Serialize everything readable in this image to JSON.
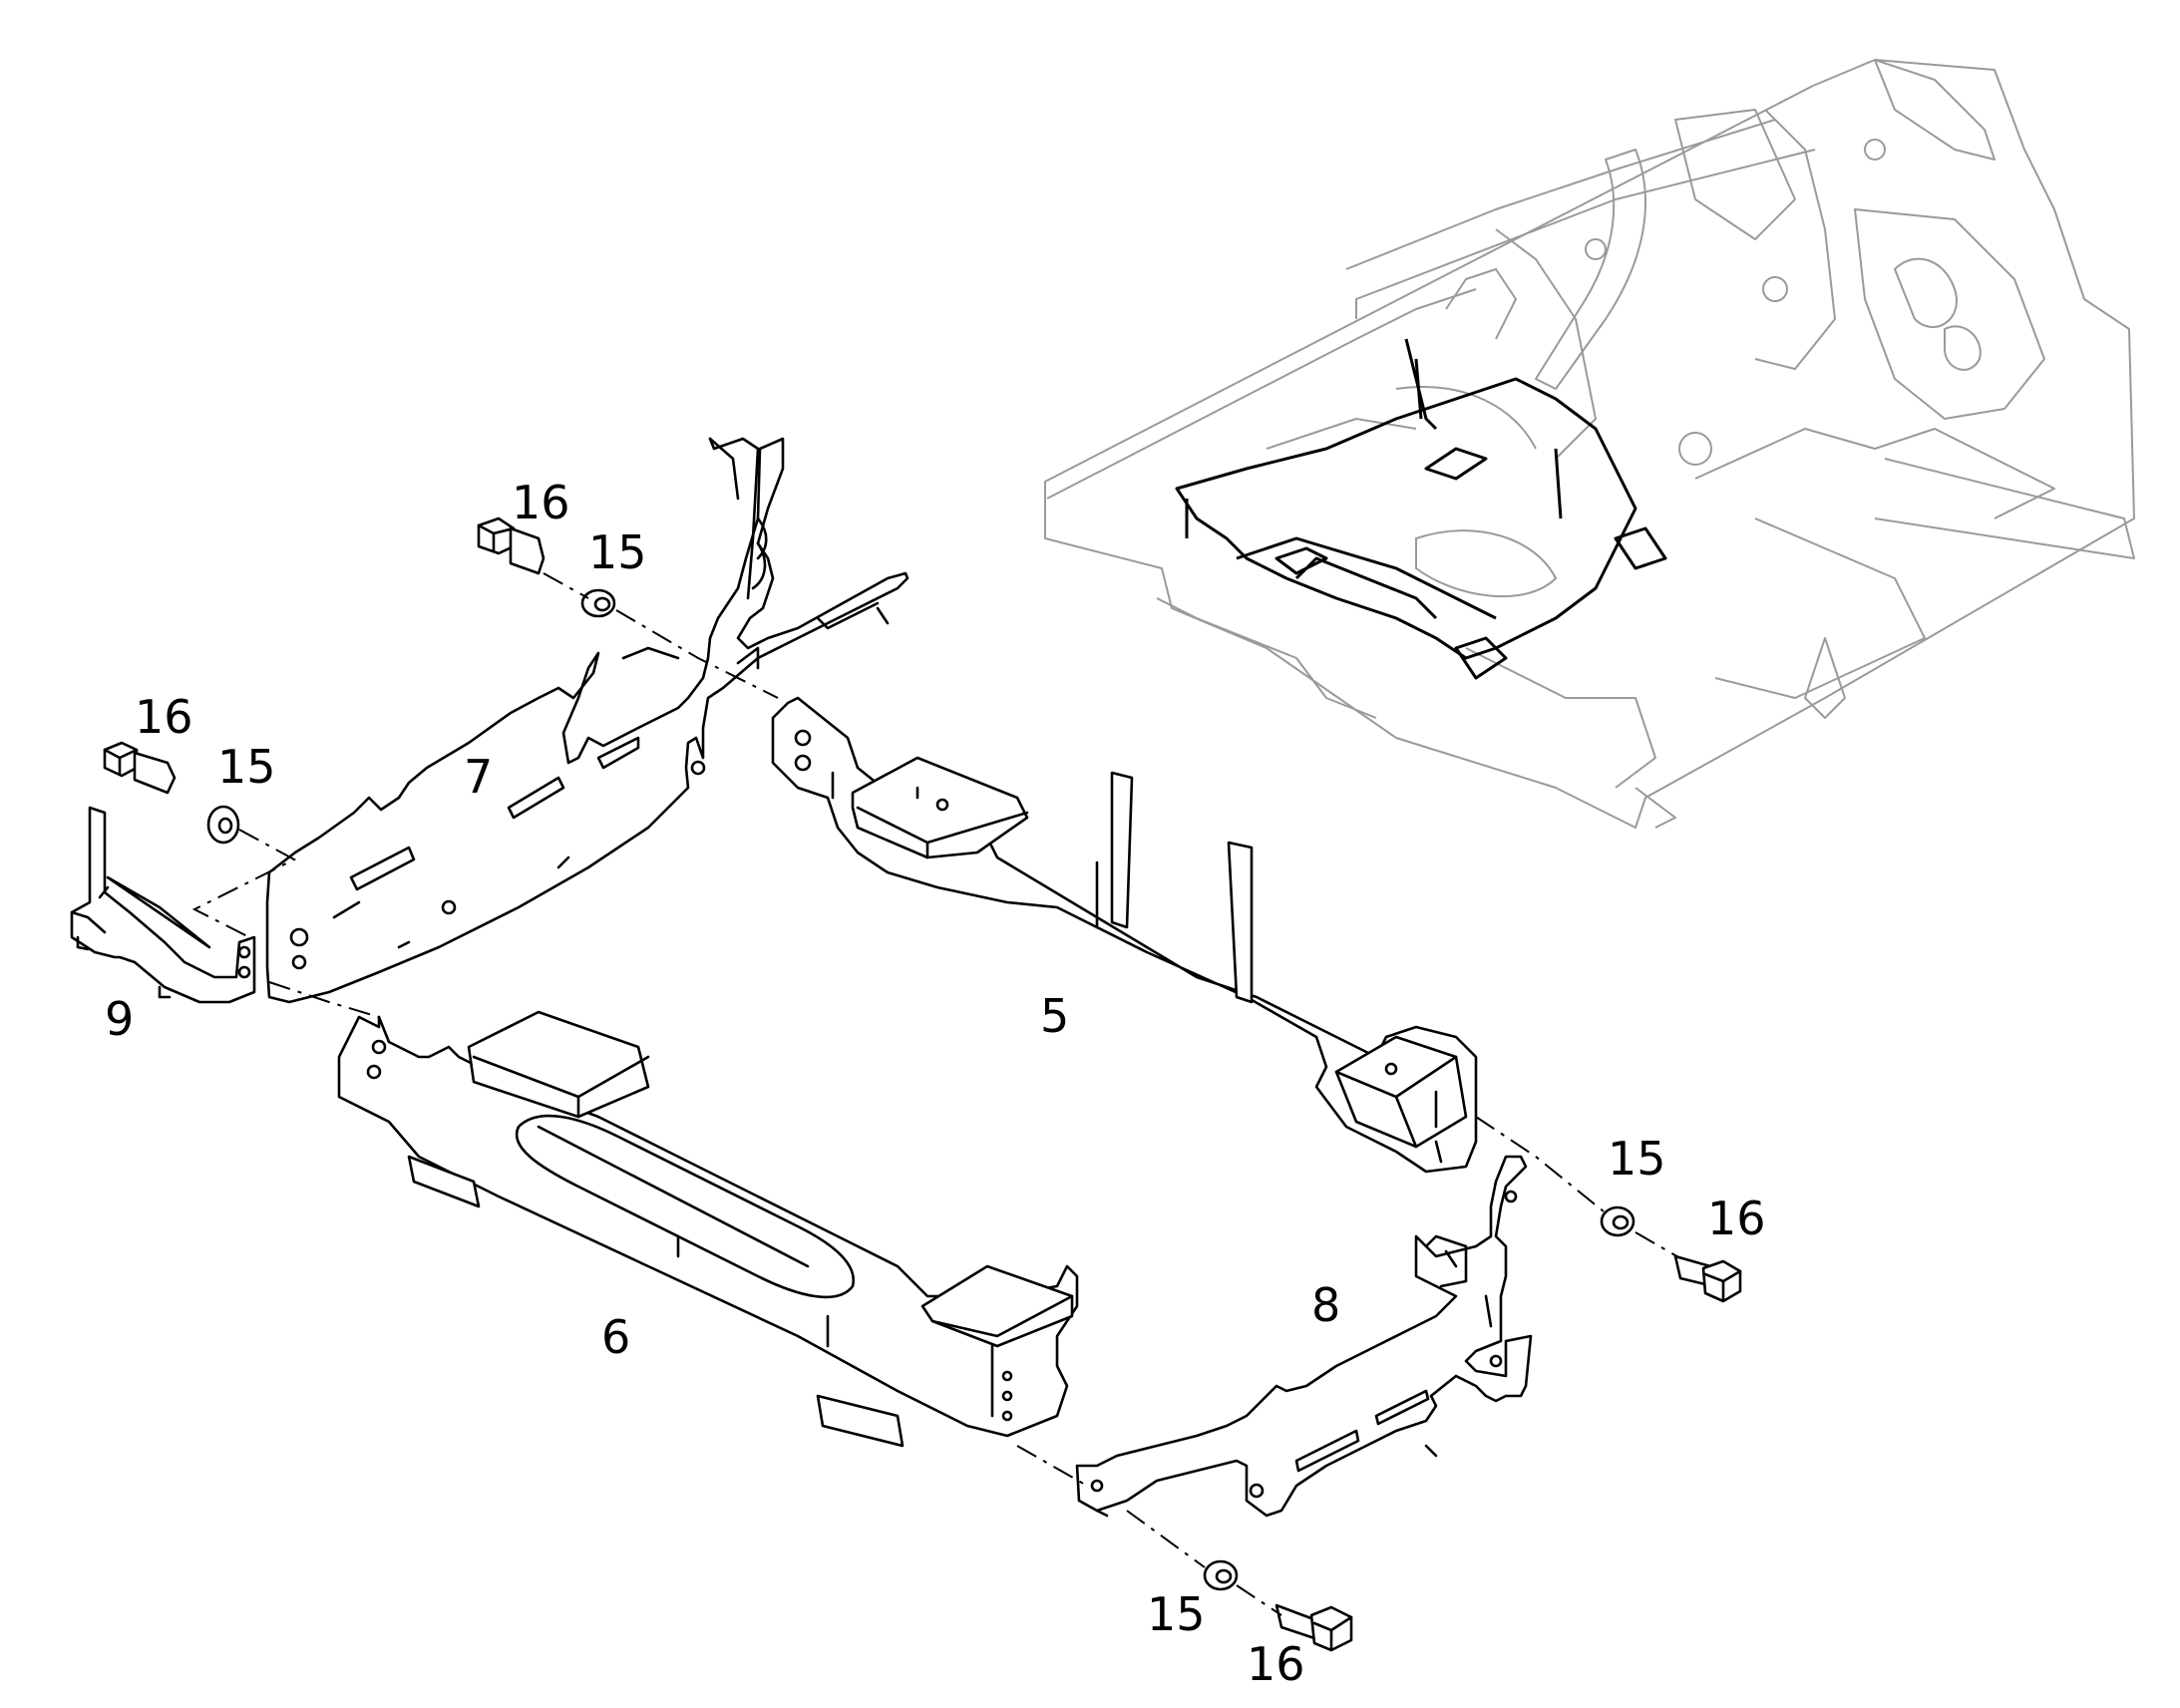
{
  "drawing": {
    "callouts": [
      {
        "id": "c-16-a",
        "label": "16"
      },
      {
        "id": "c-15-a",
        "label": "15"
      },
      {
        "id": "c-16-b",
        "label": "16"
      },
      {
        "id": "c-15-b",
        "label": "15"
      },
      {
        "id": "c-7",
        "label": "7"
      },
      {
        "id": "c-9",
        "label": "9"
      },
      {
        "id": "c-5",
        "label": "5"
      },
      {
        "id": "c-6",
        "label": "6"
      },
      {
        "id": "c-8",
        "label": "8"
      },
      {
        "id": "c-15-c",
        "label": "15"
      },
      {
        "id": "c-16-c",
        "label": "16"
      },
      {
        "id": "c-15-d",
        "label": "15"
      },
      {
        "id": "c-16-d",
        "label": "16"
      }
    ]
  }
}
